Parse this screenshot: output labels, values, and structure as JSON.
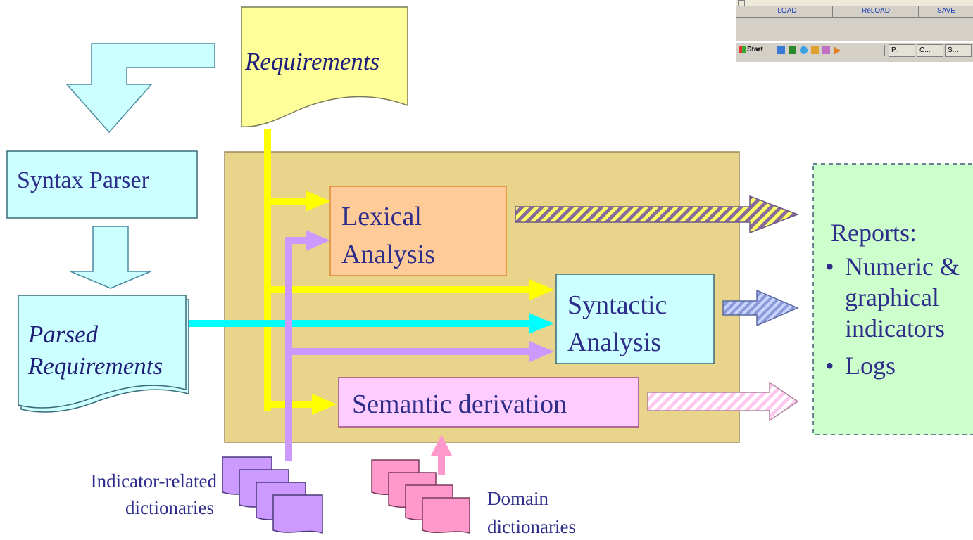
{
  "documents": {
    "requirements": "Requirements",
    "parsed_requirements_line1": "Parsed",
    "parsed_requirements_line2": "Requirements"
  },
  "boxes": {
    "syntax_parser": "Syntax Parser",
    "lexical_line1": "Lexical",
    "lexical_line2": "Analysis",
    "syntactic_line1": "Syntactic",
    "syntactic_line2": "Analysis",
    "semantic": "Semantic derivation"
  },
  "reports": {
    "title": "Reports:",
    "bullet1_line1": "Numeric &",
    "bullet1_line2": "graphical",
    "bullet1_line3": "indicators",
    "bullet2": "Logs",
    "bullet_glyph": "•"
  },
  "dictionaries": {
    "indicator_line1": "Indicator-related",
    "indicator_line2": "dictionaries",
    "domain_line1": "Domain",
    "domain_line2": "dictionaries"
  },
  "screenshot": {
    "load": "LOAD",
    "reload": "ReLOAD",
    "save": "SAVE",
    "start": "Start",
    "task1": "P...",
    "task2": "C...",
    "task3": "S..."
  },
  "colors": {
    "requirements_fill": "#ffff99",
    "cyan_fill": "#ccffff",
    "analysis_panel": "#e8d48a",
    "lexical_fill": "#ffcc99",
    "semantic_fill": "#ffccff",
    "reports_fill": "#ccffcc",
    "yellow_arrow": "#ffff00",
    "cyan_arrow": "#00ffff",
    "purple_arrow": "#cc99ff",
    "pink_arrow": "#ff99cc",
    "text": "#2e2e8a"
  },
  "icons": {
    "screenshot_start": "windows-start-icon",
    "dictionary_stack": "document-stack-icon"
  }
}
